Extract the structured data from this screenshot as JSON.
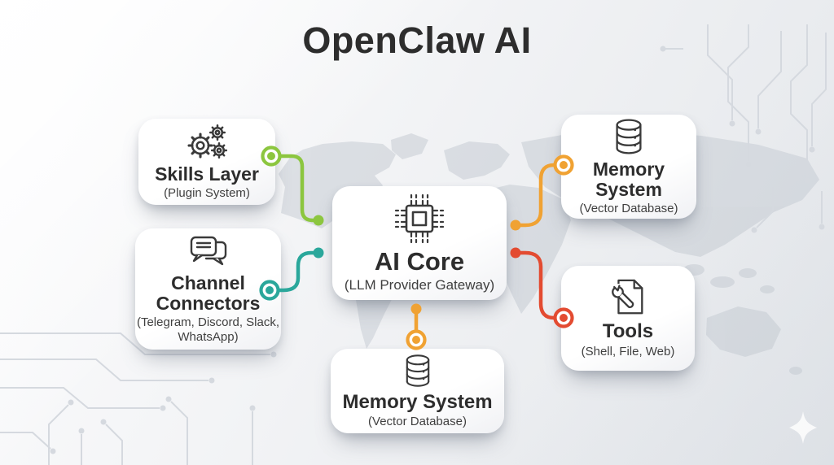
{
  "title": "OpenClaw AI",
  "nodes": {
    "skills": {
      "title": "Skills Layer",
      "subtitle": "(Plugin System)",
      "icon": "gears-icon"
    },
    "channels": {
      "title": "Channel Connectors",
      "subtitle": "(Telegram, Discord, Slack, WhatsApp)",
      "icon": "chat-bubbles-icon"
    },
    "core": {
      "title": "AI Core",
      "subtitle": "(LLM Provider Gateway)",
      "icon": "chip-icon"
    },
    "memory_right": {
      "title": "Memory System",
      "subtitle": "(Vector Database)",
      "icon": "database-icon"
    },
    "tools": {
      "title": "Tools",
      "subtitle": "(Shell, File, Web)",
      "icon": "wrench-document-icon"
    },
    "memory_bottom": {
      "title": "Memory System",
      "subtitle": "(Vector Database)",
      "icon": "database-icon"
    }
  },
  "connectors": [
    {
      "id": "skills-to-core",
      "color_key": "green"
    },
    {
      "id": "channels-to-core",
      "color_key": "teal"
    },
    {
      "id": "core-to-memory-right",
      "color_key": "orange"
    },
    {
      "id": "core-to-tools",
      "color_key": "red"
    },
    {
      "id": "core-to-memory-bottom",
      "color_key": "orange"
    }
  ],
  "colors": {
    "green": "#8CC63F",
    "teal": "#2AA79B",
    "orange": "#F0A233",
    "red": "#E34B31",
    "ink": "#2D2D2D",
    "subtext": "#3F3F3F"
  }
}
